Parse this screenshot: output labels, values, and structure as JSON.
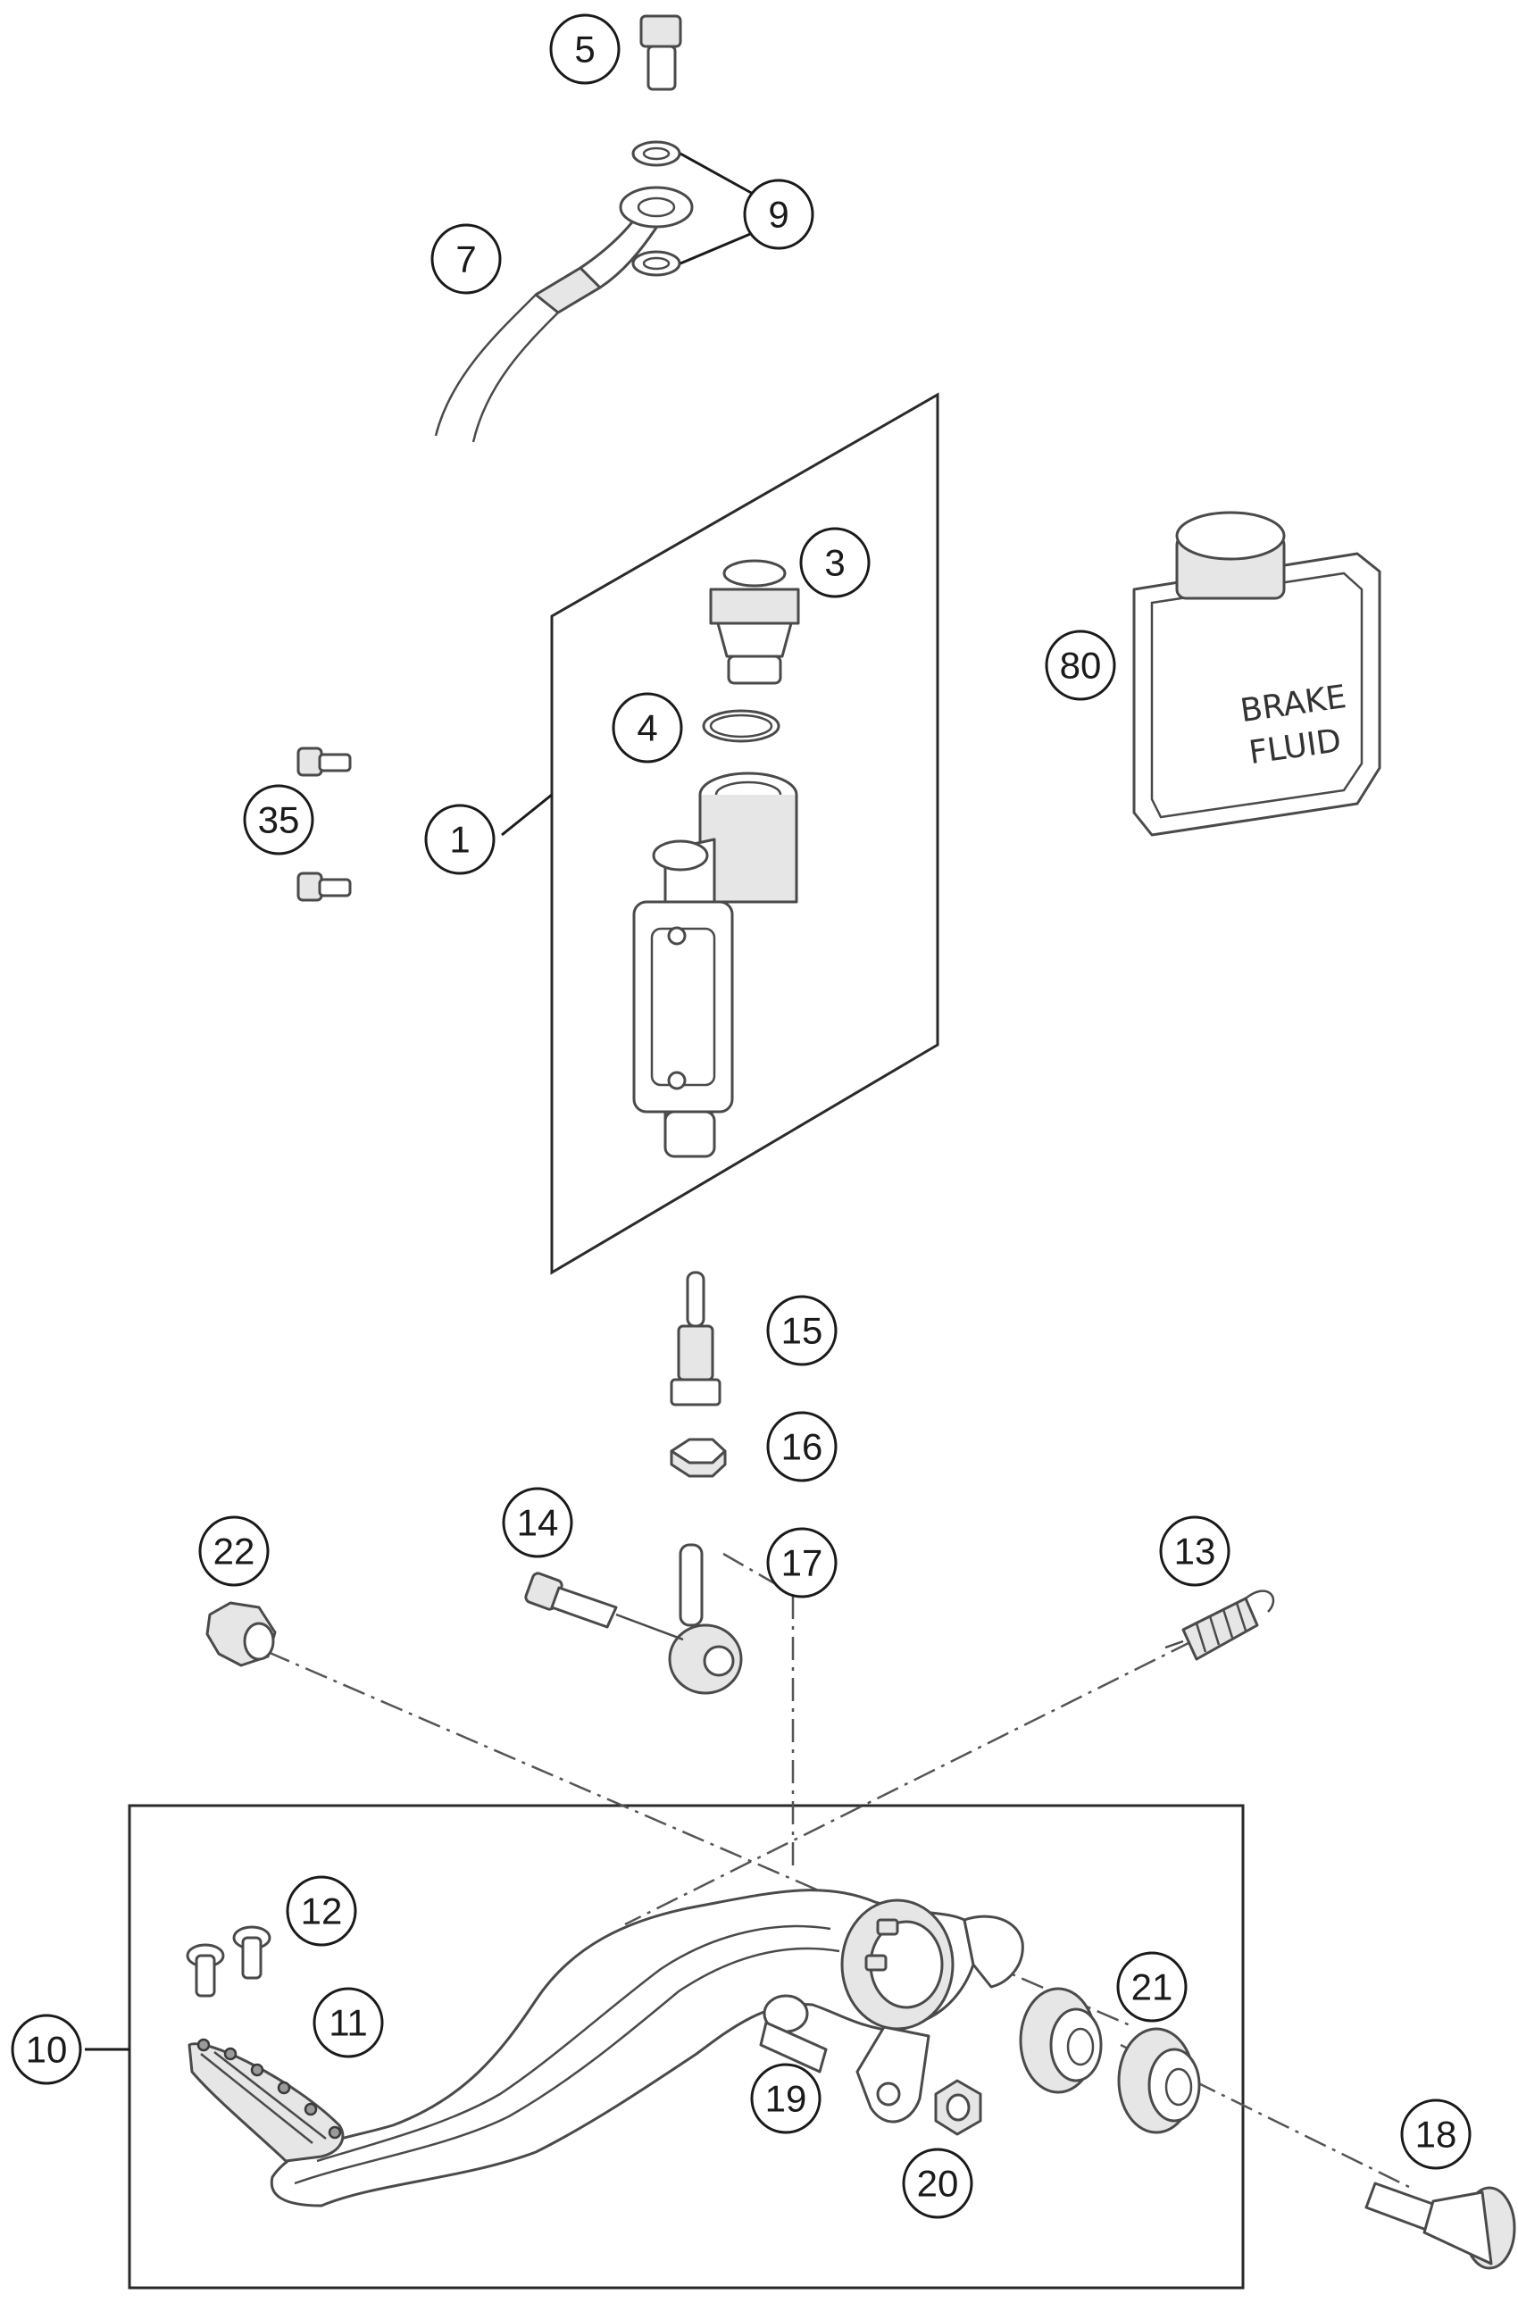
{
  "callouts": {
    "c1": "1",
    "c3": "3",
    "c4": "4",
    "c5": "5",
    "c7": "7",
    "c9": "9",
    "c10": "10",
    "c11": "11",
    "c12": "12",
    "c13": "13",
    "c14": "14",
    "c15": "15",
    "c16": "16",
    "c17": "17",
    "c18": "18",
    "c19": "19",
    "c20": "20",
    "c21": "21",
    "c22": "22",
    "c35": "35",
    "c80": "80"
  },
  "container_label": {
    "line1": "BRAKE",
    "line2": "FLUID"
  },
  "colors": {
    "line": "#1a1a1a",
    "part_outline": "#4a4a4a",
    "background": "#ffffff"
  }
}
